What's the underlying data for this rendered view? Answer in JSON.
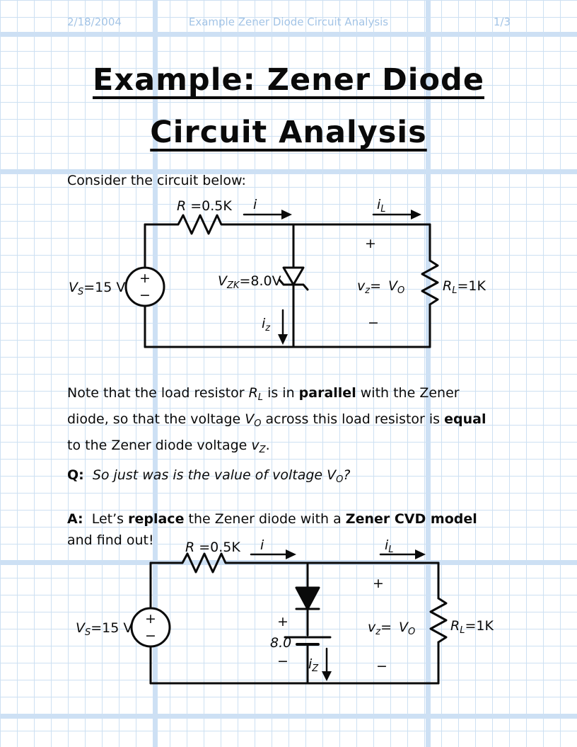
{
  "colors": {
    "grid": "#cde0f2",
    "grid_major": "#cde0f4",
    "header_text": "#a3c4e6",
    "ink": "#0a0a0a"
  },
  "header": {
    "date": "2/18/2004",
    "title": "Example Zener Diode Circuit Analysis",
    "page": "1/3"
  },
  "title": {
    "line1": "Example: Zener Diode",
    "line2": "Circuit Analysis"
  },
  "intro": "Consider the circuit below:",
  "note": {
    "l1a": "Note that the load resistor ",
    "l1_r": "R",
    "l1_rsub": "L",
    "l1b": " is in ",
    "l1_bold": "parallel",
    "l1c": " with the Zener",
    "l2a": "diode, so that the voltage ",
    "l2_v": "V",
    "l2_vsub": "O",
    "l2b": " across this load resistor is ",
    "l2_bold": "equal",
    "l3a": "to the Zener diode voltage ",
    "l3_v": "v",
    "l3_vsub": "Z",
    "l3b": "."
  },
  "question": {
    "label": "Q:",
    "t1": "  So just was is the value of voltage ",
    "v_main": "V",
    "v_sub": "O",
    "t2": "?"
  },
  "answer": {
    "label": "A:",
    "t1": "  Let’s ",
    "b1": "replace",
    "t2": " the Zener diode with a ",
    "b2": "Zener CVD model",
    "line2": "and find out!"
  },
  "circuit1": {
    "r_sym": "R",
    "r_rest": " =0.5K",
    "i_label": "i",
    "il_main": "i",
    "il_sub": "L",
    "vs_main": "V",
    "vs_sub": "S",
    "vs_rest": "=15 V",
    "src_plus": "+",
    "src_minus": "−",
    "vzk_main": "V",
    "vzk_sub": "ZK",
    "vzk_rest": "=8.0V",
    "iz_main": "i",
    "iz_sub": "z",
    "load_plus": "+",
    "load_minus": "−",
    "vz_main": "v",
    "vz_sub": "z",
    "vz_eq": "= ",
    "vo_main": "V",
    "vo_sub": "O",
    "rl_main": "R",
    "rl_sub": "L",
    "rl_rest": "=1K"
  },
  "circuit2": {
    "r_sym": "R",
    "r_rest": " =0.5K",
    "i_label": "i",
    "il_main": "i",
    "il_sub": "L",
    "vs_main": "V",
    "vs_sub": "S",
    "vs_rest": "=15 V",
    "src_plus": "+",
    "src_minus": "−",
    "bat_plus": "+",
    "bat_label": "8.0",
    "bat_minus": "−",
    "iz_main": "i",
    "iz_sub": "Z",
    "load_plus": "+",
    "load_minus": "−",
    "vz_main": "v",
    "vz_sub": "z",
    "vz_eq": "= ",
    "vo_main": "V",
    "vo_sub": "O",
    "rl_main": "R",
    "rl_sub": "L",
    "rl_rest": "=1K"
  }
}
